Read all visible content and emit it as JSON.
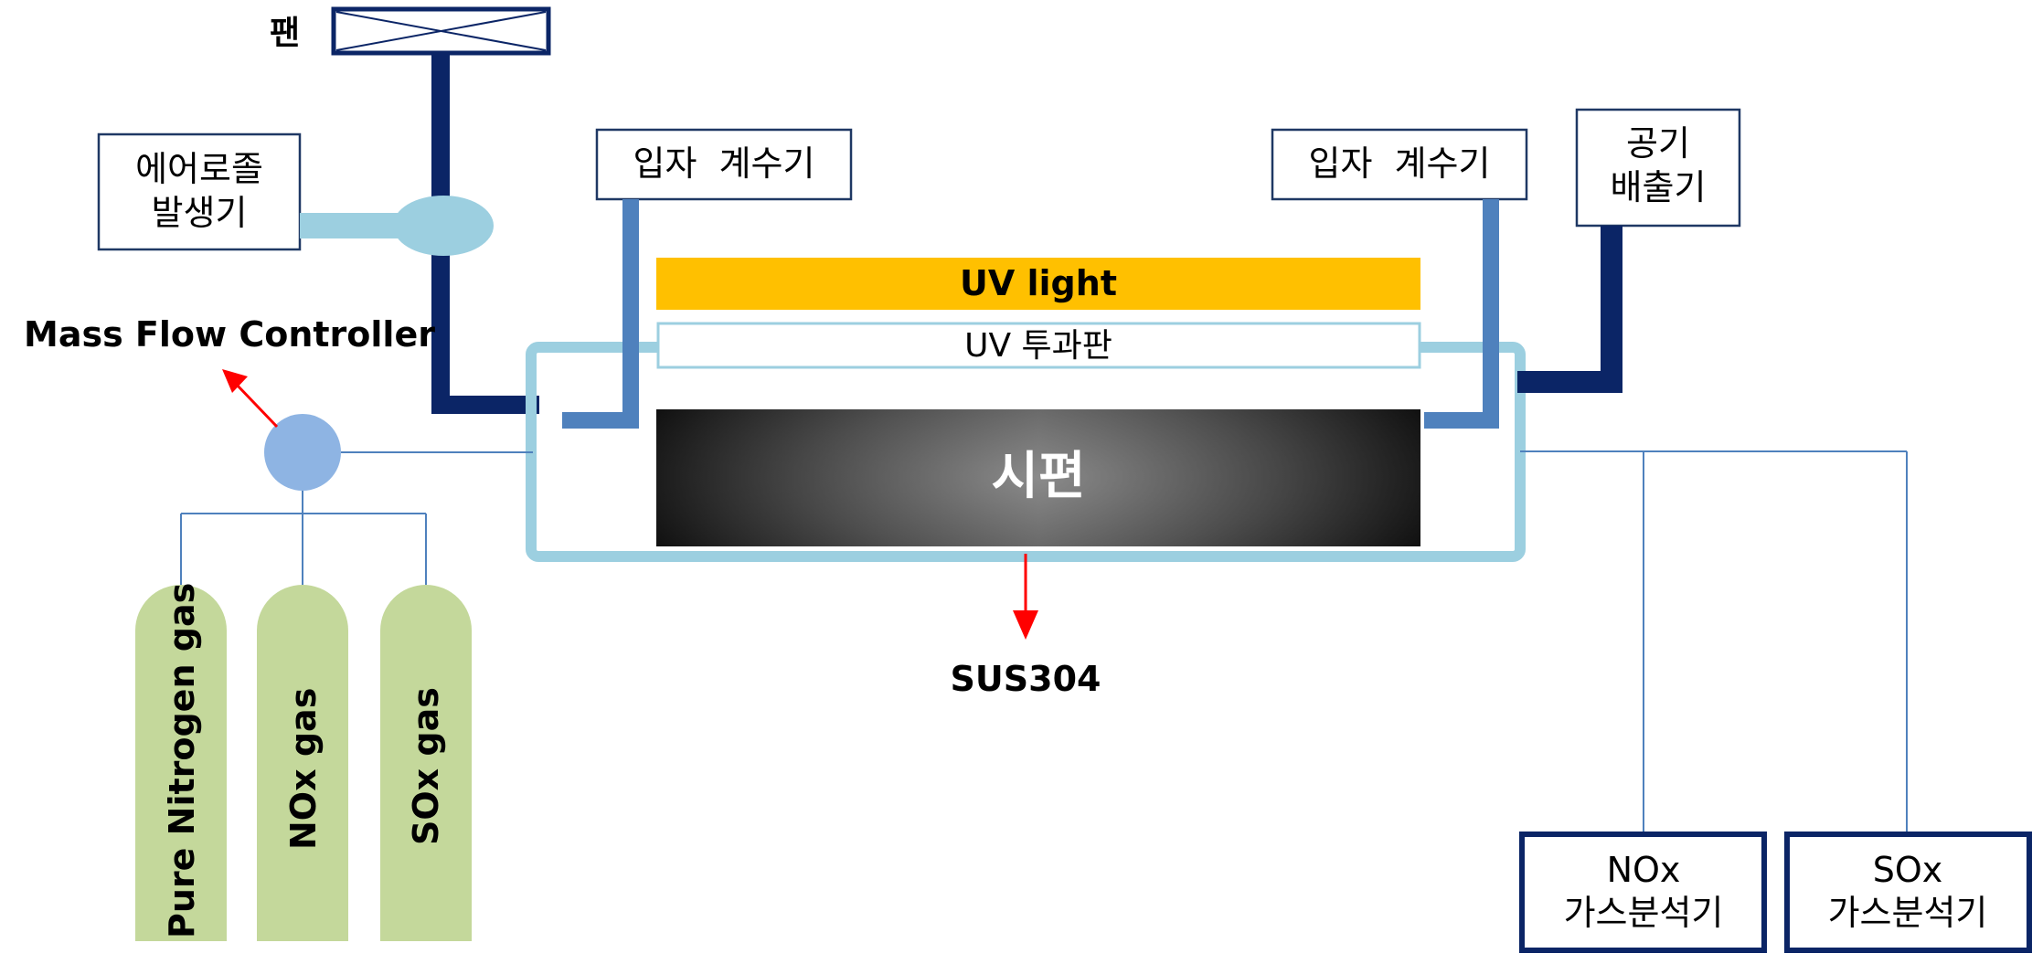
{
  "labels": {
    "fan": "팬",
    "aerosol_line1": "에어로졸",
    "aerosol_line2": "발생기",
    "counter_left": "입자  계수기",
    "counter_right": "입자  계수기",
    "exhaust_line1": "공기",
    "exhaust_line2": "배출기",
    "uv_light": "UV light",
    "uv_window": "UV 투과판",
    "specimen": "시편",
    "sus": "SUS304",
    "mfc": "Mass Flow Controller",
    "gas_n2": "Pure Nitrogen gas",
    "gas_nox": "NOx gas",
    "gas_sox": "SOx gas",
    "nox_analyzer_line1": "NOx",
    "nox_analyzer_line2": "가스분석기",
    "sox_analyzer_line1": "SOx",
    "sox_analyzer_line2": "가스분석기"
  },
  "colors": {
    "dark_pipe": "#0b2566",
    "light_pipe": "#9ccfe0",
    "mid_pipe": "#4f81bd",
    "uv_light": "#ffc000",
    "gas_cylinder": "#c4d89b",
    "mfc": "#8eb4e3",
    "arrow": "#ff0000",
    "box_border": "#1f3864"
  }
}
